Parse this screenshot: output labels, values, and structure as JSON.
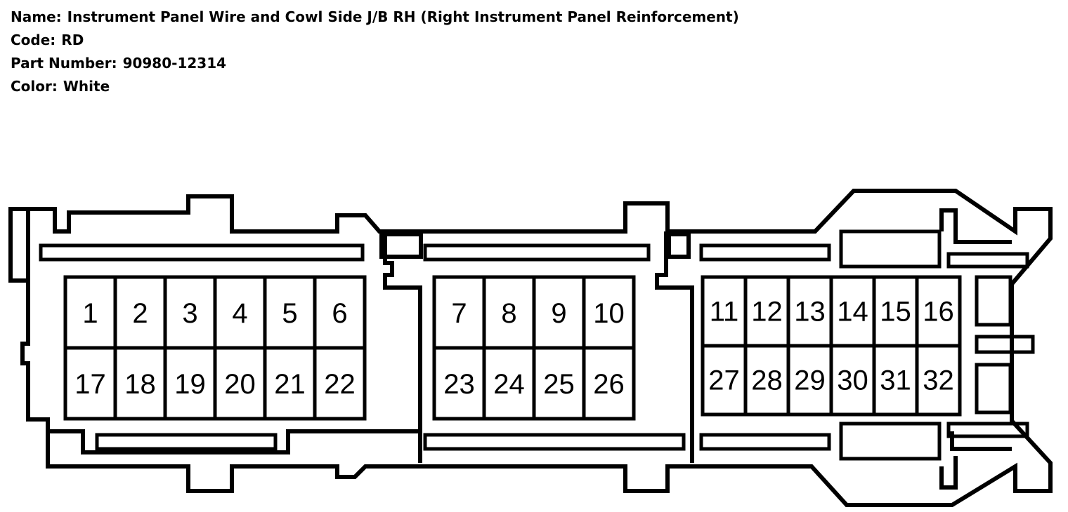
{
  "header": {
    "name_label": "Name:",
    "name_value": "Instrument Panel Wire and Cowl Side J/B RH (Right Instrument Panel Reinforcement)",
    "code_label": "Code:",
    "code_value": "RD",
    "part_label": "Part Number:",
    "part_value": "90980-12314",
    "color_label": "Color:",
    "color_value": "White"
  },
  "colors": {
    "line": "#000000",
    "background": "#ffffff"
  },
  "pins": {
    "group_left_top": [
      "1",
      "2",
      "3",
      "4",
      "5",
      "6"
    ],
    "group_left_bottom": [
      "17",
      "18",
      "19",
      "20",
      "21",
      "22"
    ],
    "group_mid_top": [
      "7",
      "8",
      "9",
      "10"
    ],
    "group_mid_bottom": [
      "23",
      "24",
      "25",
      "26"
    ],
    "group_right_top": [
      "11",
      "12",
      "13",
      "14",
      "15",
      "16"
    ],
    "group_right_bottom": [
      "27",
      "28",
      "29",
      "30",
      "31",
      "32"
    ]
  }
}
